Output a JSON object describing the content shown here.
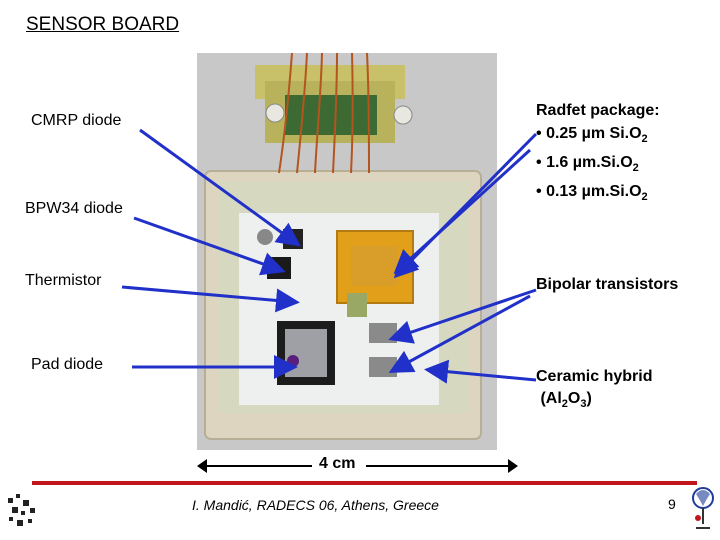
{
  "slide": {
    "title": "SENSOR BOARD",
    "labels": {
      "cmrp": "CMRP diode",
      "bpw34": "BPW34 diode",
      "thermistor": "Thermistor",
      "pad": "Pad diode",
      "bipolar": "Bipolar transistors",
      "radfet_title": "Radfet package:",
      "radfet_items": [
        "0.25 µm Si.O",
        "1.6 µm.Si.O",
        "0.13 µm.Si.O"
      ],
      "ceramic_line1": "Ceramic hybrid",
      "ceramic_line2_parts": [
        "(Al",
        "2",
        "O",
        "3",
        ")"
      ]
    },
    "subscript_two": "2",
    "bullet": "•",
    "scale_label": "4 cm",
    "footer": "I. Mandić, RADECS 06, Athens, Greece",
    "page_number": "9",
    "colors": {
      "arrow": "#2030c8",
      "red_line": "#c0161b",
      "board": "#ddd5bf"
    }
  }
}
